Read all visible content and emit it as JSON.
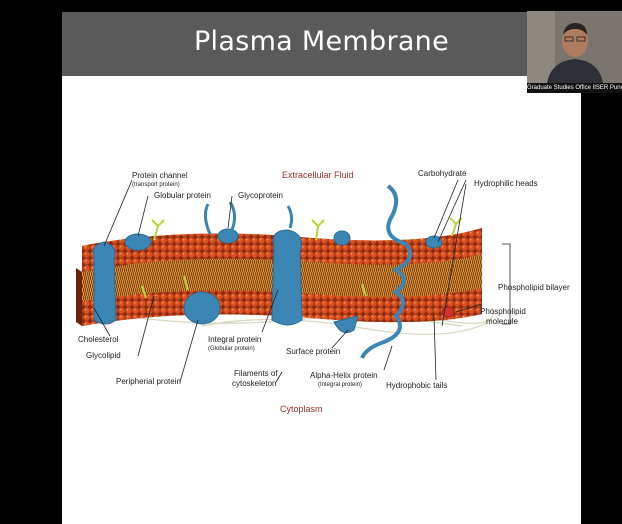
{
  "slide": {
    "title": "Plasma Membrane"
  },
  "webcam": {
    "caption": "Graduate Studies Office IISER Pune"
  },
  "diagram": {
    "regions": {
      "top": "Extracellular Fluid",
      "bottom": "Cytoplasm"
    },
    "labels": {
      "protein_channel": "Protein channel",
      "protein_channel_sub": "(transport protein)",
      "globular_protein": "Globular protein",
      "glycoprotein": "Glycoprotein",
      "carbohydrate": "Carbohydrate",
      "hydrophilic_heads": "Hydrophilic heads",
      "phospholipid_bilayer": "Phospholipid bilayer",
      "phospholipid_molecule_1": "Phospholipid",
      "phospholipid_molecule_2": "molecule",
      "cholesterol": "Cholesterol",
      "glycolipid": "Glycolipid",
      "peripheral_protein": "Peripherial protein",
      "integral_protein": "Integral protein",
      "integral_protein_sub": "(Globular protein)",
      "surface_protein": "Surface protein",
      "filaments_1": "Filaments of",
      "filaments_2": "cytoskeleton",
      "alpha_helix": "Alpha-Helix protein",
      "alpha_helix_sub": "(Integral protein)",
      "hydrophobic_tails": "Hydrophobic tails"
    }
  },
  "colors": {
    "title_bar": "#5a5a5a",
    "membrane_dark": "#8e2c12",
    "membrane_head": "#d9501e",
    "protein_blue": "#3b86b4",
    "region_label": "#a0302a"
  }
}
